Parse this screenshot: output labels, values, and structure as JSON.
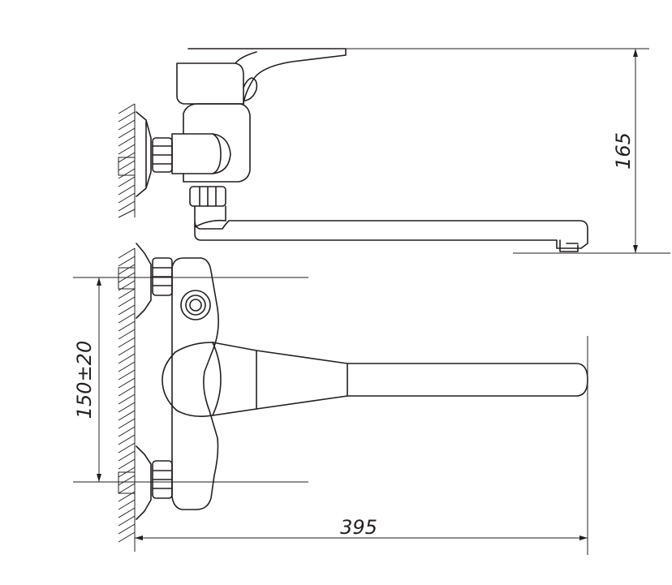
{
  "dimensions": {
    "height_label": "165",
    "mount_spacing_label": "150±20",
    "length_label": "395"
  },
  "colors": {
    "line": "#231f20",
    "background": "#ffffff"
  }
}
